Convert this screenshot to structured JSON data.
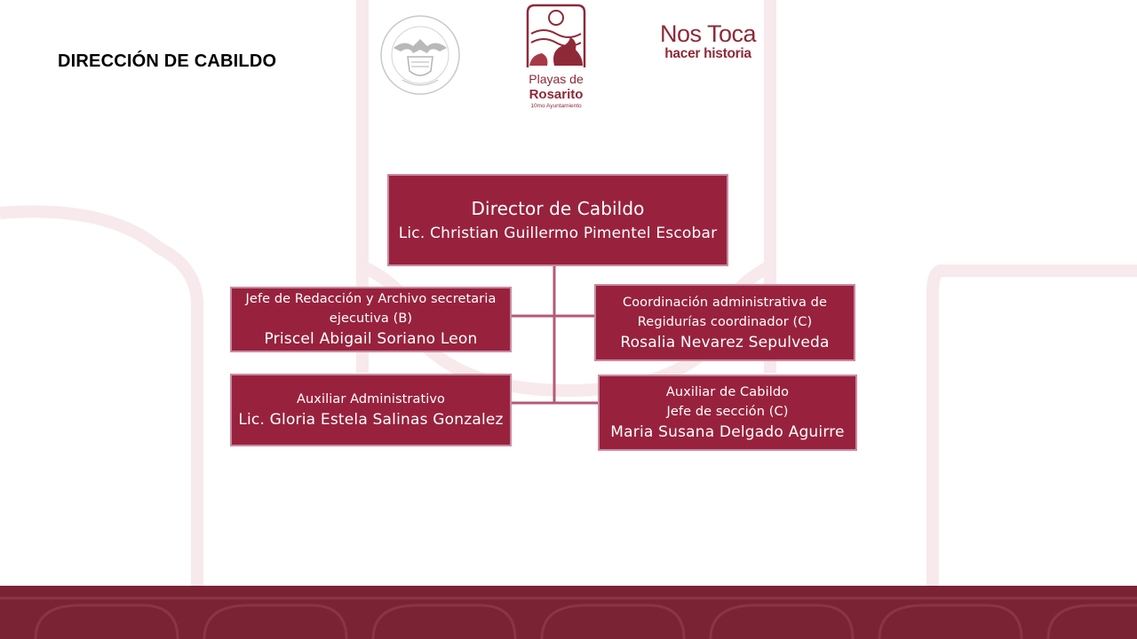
{
  "page": {
    "title": "DIRECCIÓN DE CABILDO"
  },
  "logos": {
    "seal_icon": "municipal-seal-icon",
    "city_logo": {
      "line1": "Playas de",
      "line2": "Rosarito",
      "line3": "10mo Ayuntamiento"
    },
    "slogan": {
      "line1": "Nos Toca",
      "line2": "hacer historia"
    }
  },
  "colors": {
    "node_fill": "#98223d",
    "node_border": "#c98aa0",
    "connector": "#b45a78",
    "footer": "#7a2334"
  },
  "org_chart": {
    "director": {
      "role": "Director de Cabildo",
      "name": "Lic. Christian Guillermo Pimentel Escobar"
    },
    "left_top": {
      "role_line1": "Jefe de Redacción y Archivo secretaria",
      "role_line2": "ejecutiva (B)",
      "name": "Priscel Abigail Soriano Leon"
    },
    "right_top": {
      "role_line1": "Coordinación administrativa de",
      "role_line2": "Regidurías coordinador (C)",
      "name": "Rosalia Nevarez Sepulveda"
    },
    "left_bottom": {
      "role_line1": "Auxiliar Administrativo",
      "name": "Lic. Gloria Estela Salinas Gonzalez"
    },
    "right_bottom": {
      "role_line1": "Auxiliar de Cabildo",
      "role_line2": "Jefe de sección (C)",
      "name": "Maria Susana Delgado Aguirre"
    }
  }
}
